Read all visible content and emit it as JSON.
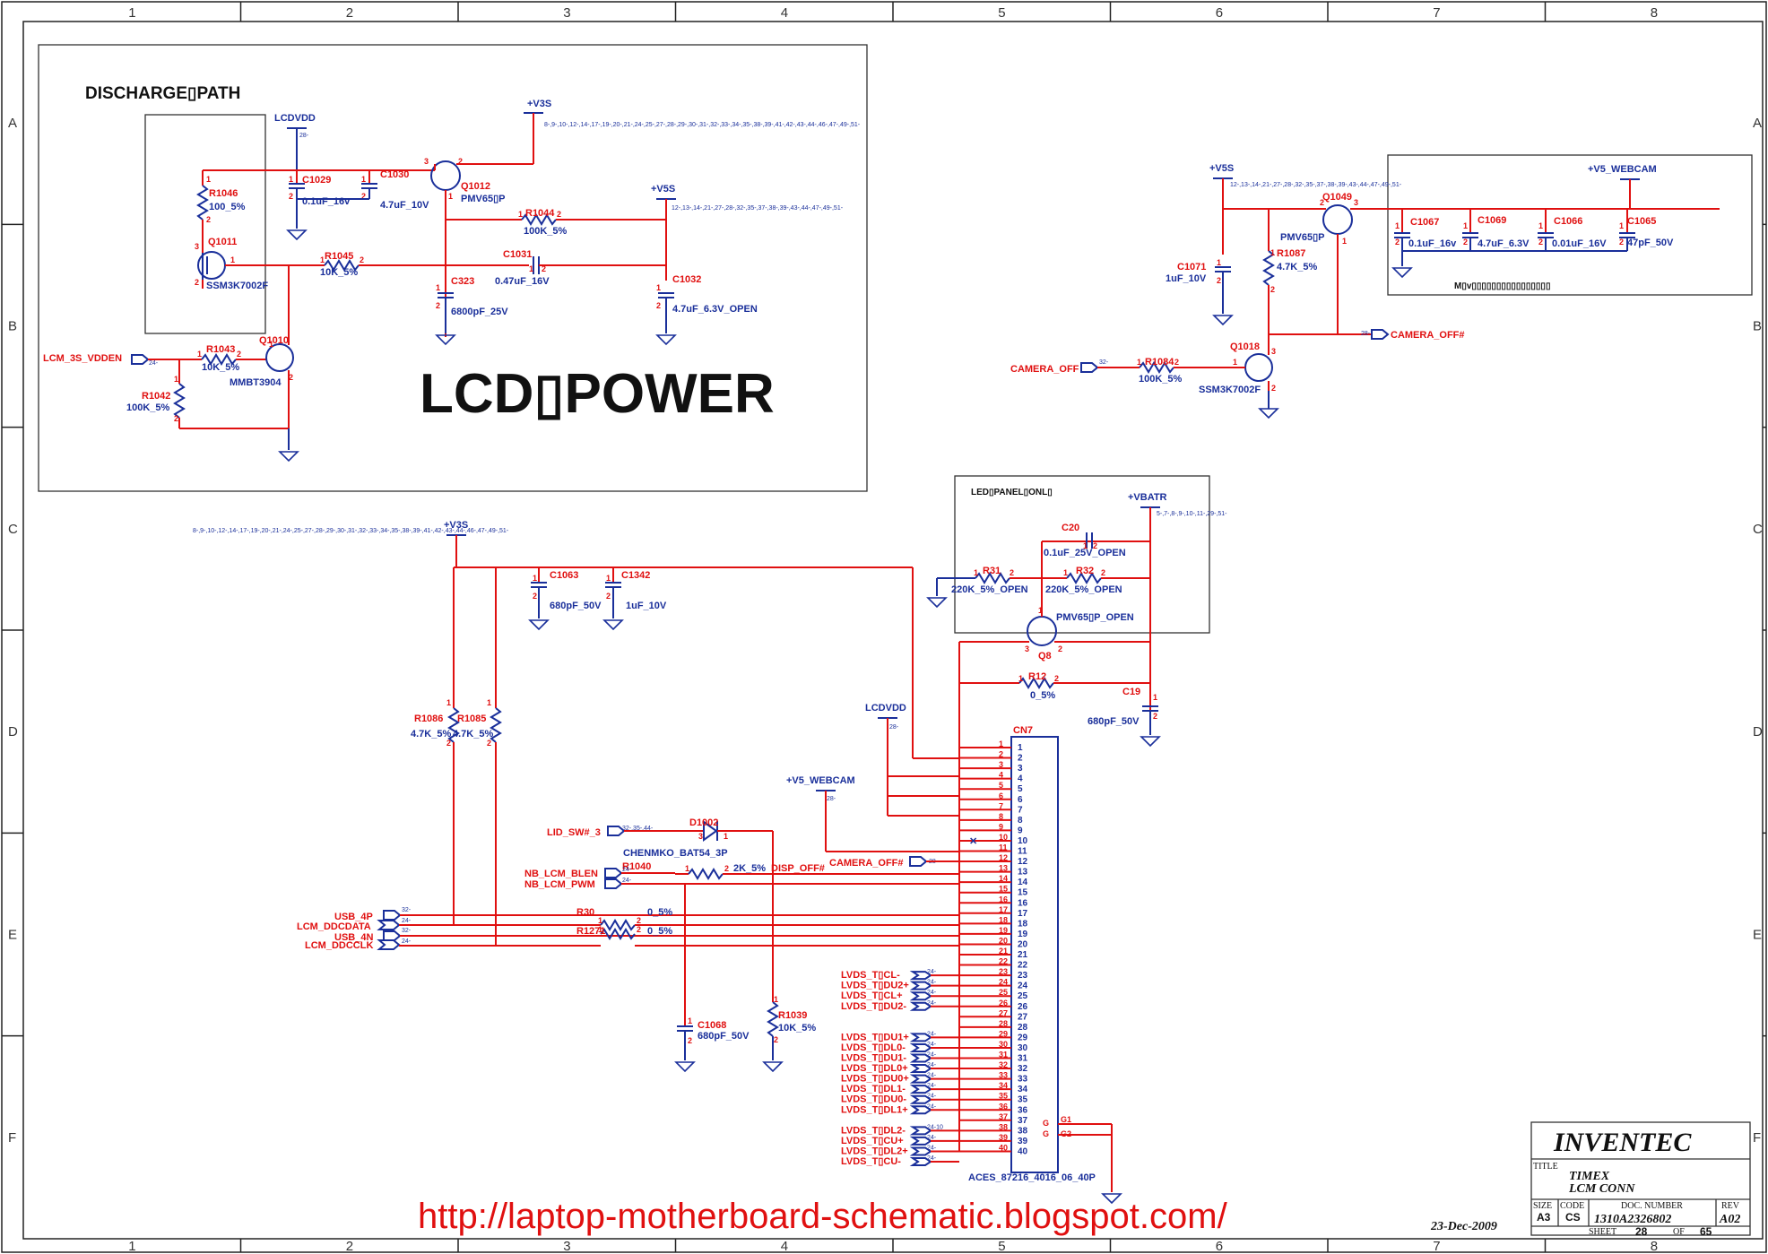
{
  "grid": {
    "columns": [
      "1",
      "2",
      "3",
      "4",
      "5",
      "6",
      "7",
      "8"
    ],
    "rows": [
      "A",
      "B",
      "C",
      "D",
      "E",
      "F"
    ]
  },
  "headings": {
    "discharge": "DISCHARGE▯PATH",
    "lcd_power": "LCD▯POWER",
    "led_panel": "LED▯PANEL▯ONL▯",
    "webcam_box": "M▯v▯▯▯▯▯▯▯▯▯▯▯▯▯▯▯▯"
  },
  "power": {
    "lcdvdd": "LCDVDD",
    "v3s": "+V3S",
    "v5s": "+V5S",
    "v5_webcam": "+V5_WEBCAM",
    "vbatr": "+VBATR"
  },
  "xrefs": {
    "lcdvdd": "28-",
    "v3s_top": "8-,9-,10-,12-,14-,17-,19-,20-,21-,24-,25-,27-,28-,29-,30-,31-,32-,33-,34-,35-,38-,39-,41-,42-,43-,44-,46-,47-,49-,51-",
    "v5s_mid": "12-,13-,14-,21-,27-,28-,32-,35-,37-,38-,39-,43-,44-,47-,49-,51-",
    "v5s_right": "12-,13-,14-,21-,27-,28-,32-,35-,37-,38-,39-,43-,44-,47-,49-,51-",
    "v3s_lower": "8-,9-,10-,12-,14-,17-,19-,20-,21-,24-,25-,27-,28-,29-,30-,31-,32-,33-,34-,35-,38-,39-,41-,42-,43-,44-,46-,47-,49-,51-",
    "vbatr": "5-,7-,8-,9-,10-,11-,29-,51-"
  },
  "components": {
    "r1046": {
      "ref": "R1046",
      "val": "100_5%"
    },
    "q1011": {
      "ref": "Q1011",
      "val": "SSM3K7002F"
    },
    "c1029": {
      "ref": "C1029",
      "val": "0.1uF_16v"
    },
    "c1030": {
      "ref": "C1030",
      "val": "4.7uF_10V"
    },
    "q1012": {
      "ref": "Q1012",
      "val": "PMV65▯P"
    },
    "r1044": {
      "ref": "R1044",
      "val": "100K_5%"
    },
    "r1045": {
      "ref": "R1045",
      "val": "10K_5%"
    },
    "c1031": {
      "ref": "C1031",
      "val": "0.47uF_16V"
    },
    "c323": {
      "ref": "C323",
      "val": "6800pF_25V"
    },
    "c1032": {
      "ref": "C1032",
      "val": "4.7uF_6.3V_OPEN"
    },
    "r1043": {
      "ref": "R1043",
      "val": "10K_5%"
    },
    "q1010": {
      "ref": "Q1010",
      "val": "MMBT3904"
    },
    "r1042": {
      "ref": "R1042",
      "val": "100K_5%"
    },
    "q1049": {
      "ref": "Q1049",
      "val": "PMV65▯P"
    },
    "c1067": {
      "ref": "C1067",
      "val": "0.1uF_16v"
    },
    "c1069": {
      "ref": "C1069",
      "val": "4.7uF_6.3V"
    },
    "c1066": {
      "ref": "C1066",
      "val": "0.01uF_16V"
    },
    "c1065": {
      "ref": "C1065",
      "val": "47pF_50V"
    },
    "c1071": {
      "ref": "C1071",
      "val": "1uF_10V"
    },
    "r1087": {
      "ref": "R1087",
      "val": "4.7K_5%"
    },
    "q1018": {
      "ref": "Q1018",
      "val": "SSM3K7002F"
    },
    "r1084": {
      "ref": "R1084",
      "val": "100K_5%"
    },
    "c20": {
      "ref": "C20",
      "val": "0.1uF_25V_OPEN"
    },
    "r31": {
      "ref": "R31",
      "val": "220K_5%_OPEN"
    },
    "r32": {
      "ref": "R32",
      "val": "220K_5%_OPEN"
    },
    "q8": {
      "ref": "Q8",
      "val": "PMV65▯P_OPEN"
    },
    "r12": {
      "ref": "R12",
      "val": "0_5%"
    },
    "c19": {
      "ref": "C19",
      "val": "680pF_50V"
    },
    "c1063": {
      "ref": "C1063",
      "val": "680pF_50V"
    },
    "c1342": {
      "ref": "C1342",
      "val": "1uF_10V"
    },
    "r1086": {
      "ref": "R1086",
      "val": "4.7K_5%"
    },
    "r1085": {
      "ref": "R1085",
      "val": "4.7K_5%"
    },
    "d1002": {
      "ref": "D1002",
      "val": "CHENMKO_BAT54_3P"
    },
    "r1040": {
      "ref": "R1040",
      "val": "2K_5%"
    },
    "r30": {
      "ref": "R30",
      "val": "0_5%"
    },
    "r1271": {
      "ref": "R1271",
      "val": "0_5%"
    },
    "c1068": {
      "ref": "C1068",
      "val": "680pF_50V"
    },
    "r1039": {
      "ref": "R1039",
      "val": "10K_5%"
    },
    "cn7": {
      "ref": "CN7",
      "val": "ACES_87216_4016_06_40P"
    }
  },
  "nets": {
    "lcm_3s_vdden": "LCM_3S_VDDEN",
    "lcm_3s_vdden_x": "24-",
    "camera_off_hash": "CAMERA_OFF#",
    "camera_off_hash_x": "28-",
    "camera_off": "CAMERA_OFF",
    "camera_off_x": "32-",
    "lid_sw": "LID_SW#_3",
    "lid_sw_x": "32-,35-,44-",
    "disp_off": "DISP_OFF#",
    "camera_off2": "CAMERA_OFF#",
    "camera_off2_x": "28-",
    "nb_lcm_blen": "NB_LCM_BLEN",
    "nb_lcm_pwm": "NB_LCM_PWM",
    "usb_4p": "USB_4P",
    "lcm_ddcdata": "LCM_DDCDATA",
    "usb_4n": "USB_4N",
    "lcm_ddcclk": "LCM_DDCCLK",
    "lvds": [
      "LVDS_T▯CL-",
      "LVDS_T▯DU2+",
      "LVDS_T▯CL+",
      "LVDS_T▯DU2-",
      "LVDS_T▯DU1+",
      "LVDS_T▯DL0-",
      "LVDS_T▯DU1-",
      "LVDS_T▯DL0+",
      "LVDS_T▯DU0+",
      "LVDS_T▯DL1-",
      "LVDS_T▯DU0-",
      "LVDS_T▯DL1+",
      "LVDS_T▯DL2-",
      "LVDS_T▯CU+",
      "LVDS_T▯DL2+",
      "LVDS_T▯CU-"
    ],
    "lvds_x": [
      "24-",
      "24-",
      "24-",
      "24-",
      "24-",
      "24-",
      "24-",
      "24-",
      "24-",
      "24-",
      "24-",
      "24-",
      "24-10",
      "24-",
      "24-",
      "24-"
    ]
  },
  "titleblock": {
    "company": "INVENTEC",
    "title_lbl": "TITLE",
    "project": "TIMEX",
    "sheet_title": "LCM CONN",
    "size_lbl": "SIZE",
    "size": "A3",
    "code_lbl": "CODE",
    "code": "CS",
    "docnum_lbl": "DOC. NUMBER",
    "docnum": "1310A2326802",
    "rev_lbl": "REV",
    "rev": "A02",
    "date": "23-Dec-2009",
    "sheet_lbl": "SHEET",
    "sheet": "28",
    "of_lbl": "OF",
    "total": "65"
  },
  "watermark": "http://laptop-motherboard-schematic.blogspot.com/"
}
